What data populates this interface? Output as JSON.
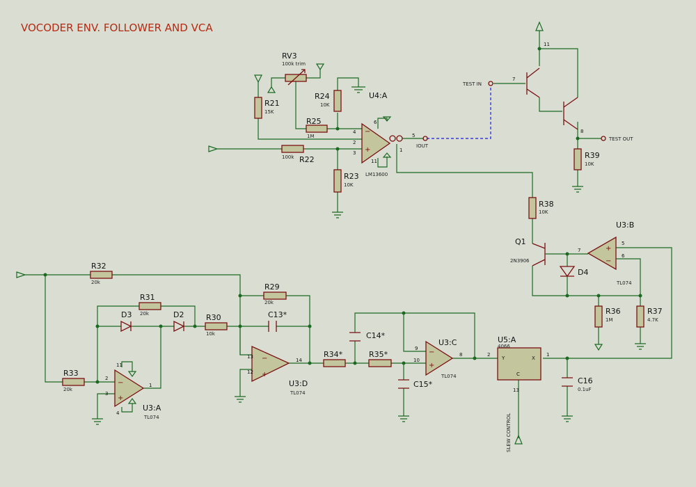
{
  "title": "VOCODER  ENV. FOLLOWER AND VCA",
  "colors": {
    "background": "#d9ddd2",
    "wire": "#1b6a22",
    "component": "#7a1010",
    "body_fill": "#c3c59c",
    "test_link": "#1a1ae6",
    "title": "#b52a12"
  },
  "labels": {
    "RV3": "RV3",
    "RV3_val": "100k trim",
    "R21": "R21",
    "R21_val": "15K",
    "R24": "R24",
    "R24_val": "10K",
    "R25": "R25",
    "R25_val": "1M",
    "R22": "R22",
    "R22_val": "100k",
    "R23": "R23",
    "R23_val": "10K",
    "U4A": "U4:A",
    "U4A_val": "LM13600",
    "IOUT": "IOUT",
    "TEST_IN": "TEST IN",
    "TEST_OUT": "TEST OUT",
    "R39": "R39",
    "R39_val": "10K",
    "R38": "R38",
    "R38_val": "10K",
    "Q1": "Q1",
    "Q1_val": "2N3906",
    "D4": "D4",
    "U3B": "U3:B",
    "U3B_val": "TL074",
    "R36": "R36",
    "R36_val": "1M",
    "R37": "R37",
    "R37_val": "4.7K",
    "R32": "R32",
    "R32_val": "20k",
    "R31": "R31",
    "R31_val": "20k",
    "D3": "D3",
    "D2": "D2",
    "R30": "R30",
    "R30_val": "10k",
    "R29": "R29",
    "R29_val": "20k",
    "C13": "C13*",
    "R33": "R33",
    "R33_val": "20k",
    "U3A": "U3:A",
    "U3A_val": "TL074",
    "U3D": "U3:D",
    "U3D_val": "TL074",
    "R34": "R34*",
    "R35": "R35*",
    "C14": "C14*",
    "C15": "C15*",
    "U3C": "U3:C",
    "U3C_val": "TL074",
    "U5A": "U5:A",
    "U5A_val": "4066",
    "C16": "C16",
    "C16_val": "0.1uF",
    "SLEW": "SLEW CONTROL"
  },
  "pins": {
    "u4_4": "4",
    "u4_2": "2",
    "u4_3": "3",
    "u4_5": "5",
    "u4_1": "1",
    "u4_6": "6",
    "u4_11": "11",
    "q_7": "7",
    "q_11": "11",
    "q_8": "8",
    "u3b_5": "5",
    "u3b_6": "6",
    "u3b_7": "7",
    "u3a_2": "2",
    "u3a_3": "3",
    "u3a_1": "1",
    "u3a_11": "11",
    "u3a_4": "4",
    "u3d_13": "13",
    "u3d_12": "12",
    "u3d_14": "14",
    "u3c_9": "9",
    "u3c_10": "10",
    "u3c_8": "8",
    "u5_2": "2",
    "u5_1": "1",
    "u5_13": "13",
    "u5_y": "Y",
    "u5_x": "X",
    "u5_c": "C",
    "minus": "−",
    "plus": "+"
  }
}
